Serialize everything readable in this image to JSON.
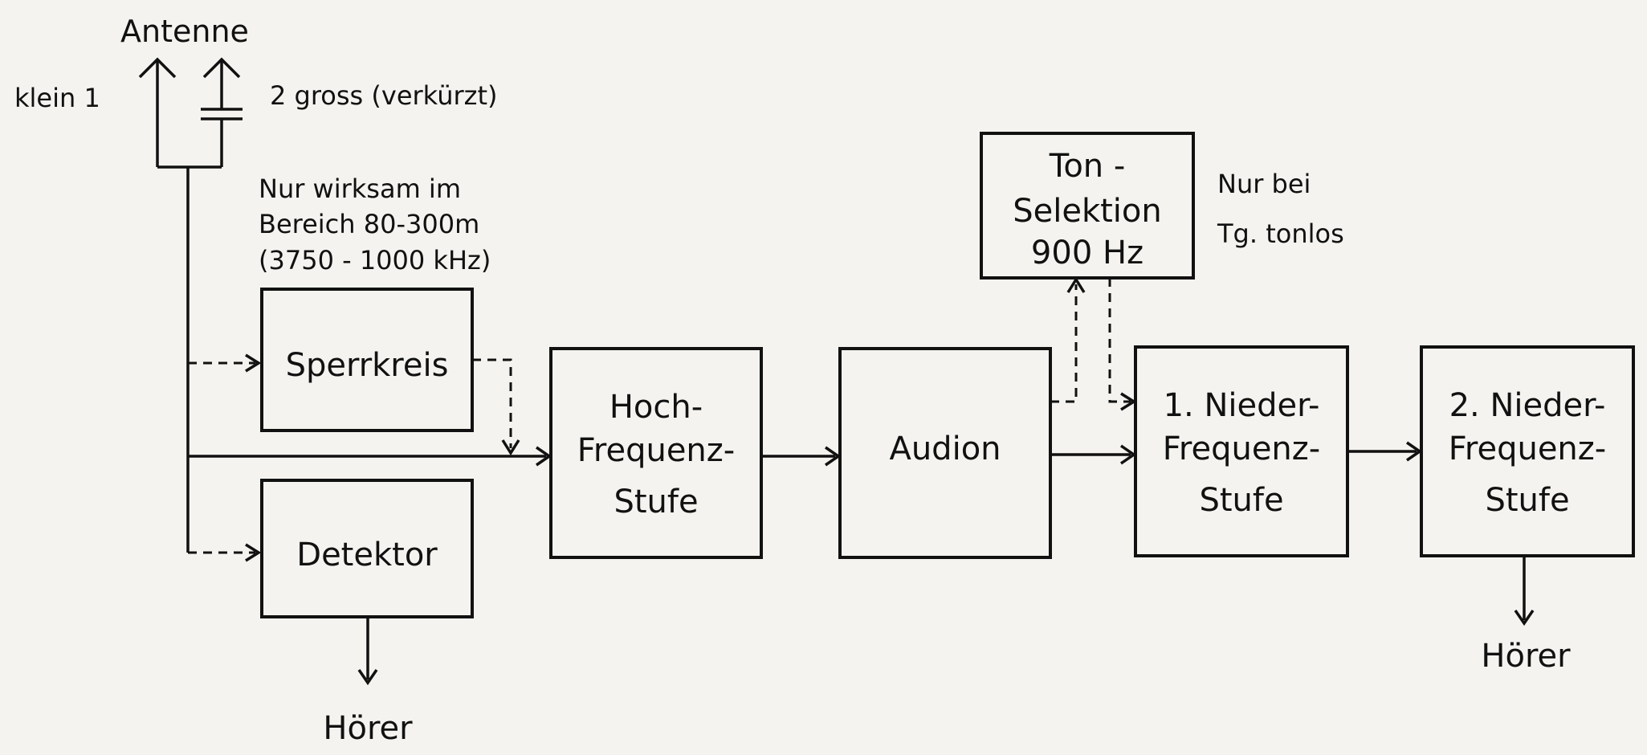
{
  "antenna": {
    "label": "Antenne",
    "small_label": "klein 1",
    "large_label": "2 gross (verkürzt)"
  },
  "note_range": {
    "line1": "Nur wirksam im",
    "line2": "Bereich 80-300m",
    "line3": "(3750 - 1000 kHz)"
  },
  "note_tone": {
    "line1": "Nur bei",
    "line2": "Tg. tonlos"
  },
  "blocks": {
    "sperrkreis": {
      "lines": [
        "Sperrkreis"
      ]
    },
    "detektor": {
      "lines": [
        "Detektor"
      ]
    },
    "hf_stufe": {
      "lines": [
        "Hoch-",
        "Frequenz-",
        "Stufe"
      ]
    },
    "audion": {
      "lines": [
        "Audion"
      ]
    },
    "ton_selektion": {
      "lines": [
        "Ton -",
        "Selektion",
        "900 Hz"
      ]
    },
    "nf1": {
      "lines": [
        "1. Nieder-",
        "Frequenz-",
        "Stufe"
      ]
    },
    "nf2": {
      "lines": [
        "2. Nieder-",
        "Frequenz-",
        "Stufe"
      ]
    }
  },
  "outputs": {
    "detektor_hoerer": "Hörer",
    "nf2_hoerer": "Hörer"
  }
}
